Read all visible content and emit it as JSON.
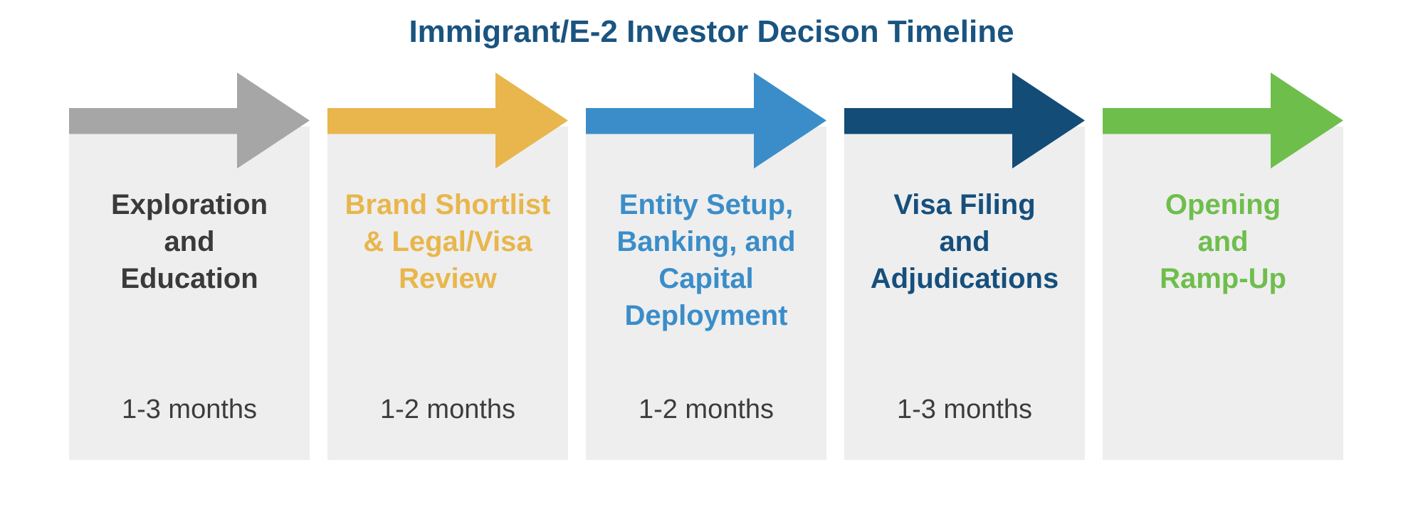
{
  "title": {
    "text": "Immigrant/E-2 Investor Decison Timeline",
    "color": "#1a5480"
  },
  "card_background": "#eeeeee",
  "duration_text_color": "#3c3c3c",
  "stages": [
    {
      "label_lines": [
        "Exploration",
        "and",
        "Education"
      ],
      "duration": "1-3 months",
      "arrow_color": "#a6a6a6",
      "text_color": "#3a3a3a"
    },
    {
      "label_lines": [
        "Brand Shortlist",
        "& Legal/Visa",
        "Review"
      ],
      "duration": "1-2 months",
      "arrow_color": "#e8b64c",
      "text_color": "#e8b64c"
    },
    {
      "label_lines": [
        "Entity Setup,",
        "Banking, and",
        "Capital",
        "Deployment"
      ],
      "duration": "1-2 months",
      "arrow_color": "#3a8dc9",
      "text_color": "#3a8dc9"
    },
    {
      "label_lines": [
        "Visa Filing",
        "and",
        "Adjudications"
      ],
      "duration": "1-3 months",
      "arrow_color": "#134c77",
      "text_color": "#164f7c"
    },
    {
      "label_lines": [
        "Opening",
        "and",
        "Ramp-Up"
      ],
      "duration": "",
      "arrow_color": "#6ebe4c",
      "text_color": "#6ebe4c"
    }
  ]
}
